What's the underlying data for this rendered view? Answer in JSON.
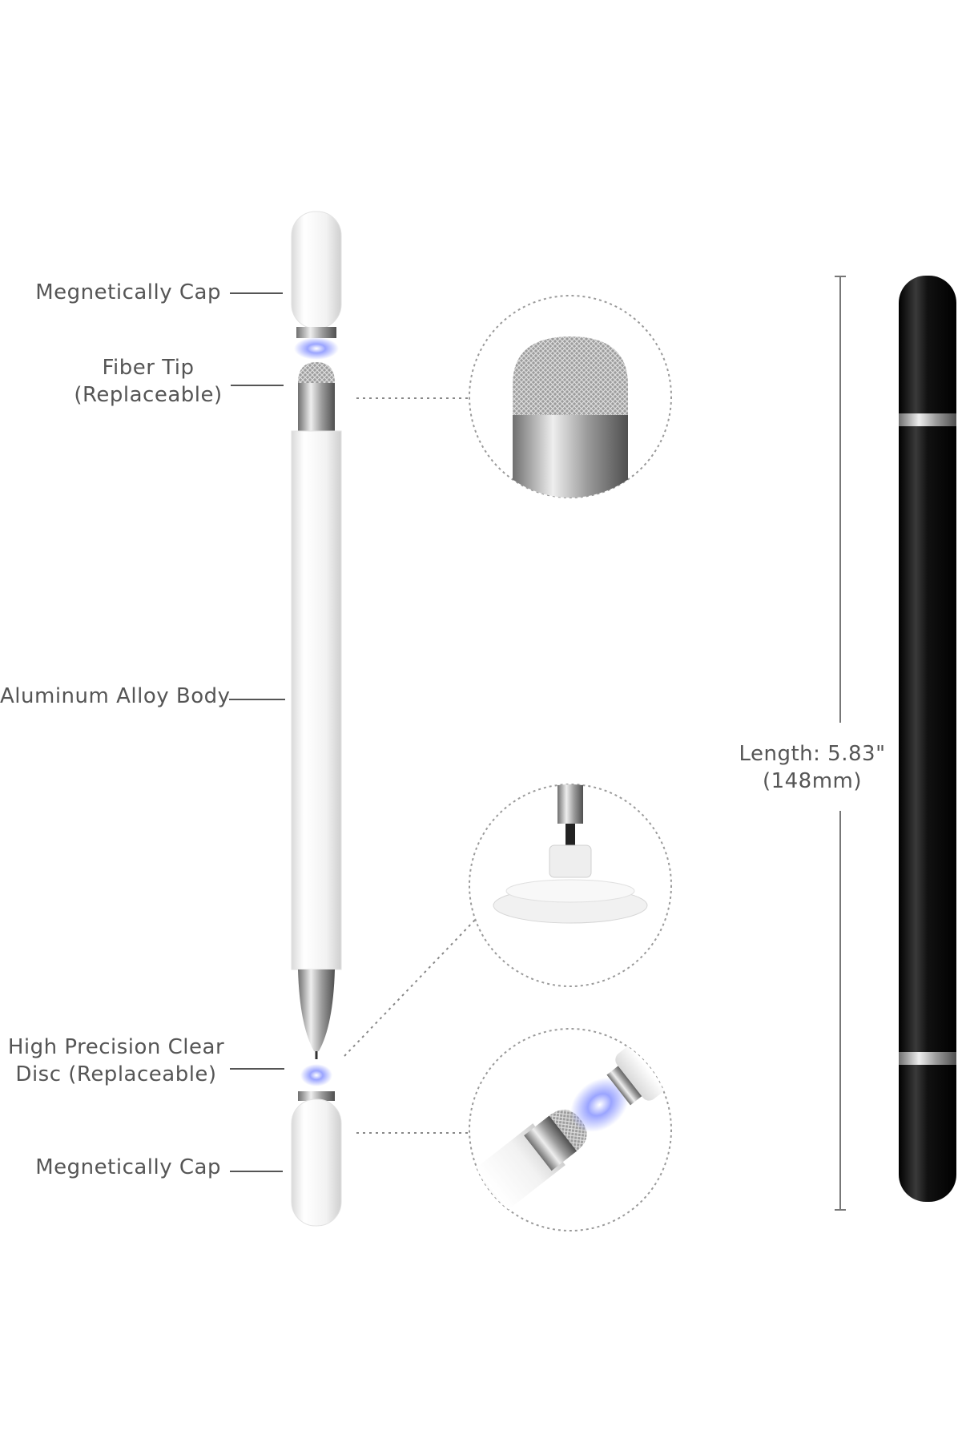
{
  "labels": {
    "top_cap": "Megnetically Cap",
    "fiber_tip_line1": "Fiber Tip",
    "fiber_tip_line2": "(Replaceable)",
    "body": "Aluminum Alloy Body",
    "disc_line1": "High Precision Clear",
    "disc_line2": "Disc (Replaceable)",
    "bottom_cap": "Megnetically Cap",
    "length_line1": "Length: 5.83\"",
    "length_line2": "(148mm)"
  },
  "colors": {
    "label_text": "#555555",
    "white_pen": "#f4f4f4",
    "black_pen": "#111111",
    "silver": "#b8b8b8",
    "magnet_glow": "#7f8cff"
  }
}
